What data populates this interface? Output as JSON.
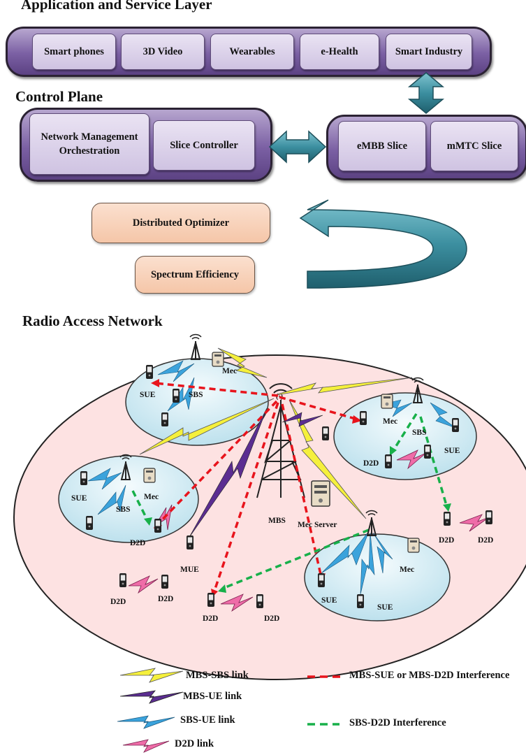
{
  "app_layer": {
    "title": "Application and Service Layer",
    "items": [
      "Smart phones",
      "3D Video",
      "Wearables",
      "e-Health",
      "Smart Industry"
    ]
  },
  "control_plane": {
    "title": "Control Plane",
    "left": [
      "Network Management Orchestration",
      "Slice Controller"
    ],
    "right": [
      "eMBB Slice",
      "mMTC Slice"
    ]
  },
  "optimizer": {
    "distributed": "Distributed Optimizer",
    "spectrum": "Spectrum Efficiency"
  },
  "ran": {
    "title": "Radio Access Network",
    "labels": {
      "mbs": "MBS",
      "mec_server": "Mec Server",
      "sbs": "SBS",
      "sue": "SUE",
      "mec": "Mec",
      "d2d": "D2D",
      "mue": "MUE"
    }
  },
  "legend": {
    "mbs_sbs": "MBS-SBS link",
    "mbs_ue": "MBS-UE link",
    "sbs_ue": "SBS-UE link",
    "d2d": "D2D link",
    "red": "MBS-SUE or MBS-D2D Interference",
    "green": "SBS-D2D Interference"
  },
  "colors": {
    "purple_bar": "#7a5fa3",
    "cell": "#ddd4ea",
    "opt": "#f8cfb4",
    "ellipse": "#fde2e2",
    "cell_circle": "#d7eef6",
    "teal": "#3c8fa0",
    "yellow": "#f5f03c",
    "violet": "#5b2d91",
    "blue": "#3ba3dc",
    "pink": "#ef6ca8",
    "red": "#e8141c",
    "green": "#18b04a"
  }
}
